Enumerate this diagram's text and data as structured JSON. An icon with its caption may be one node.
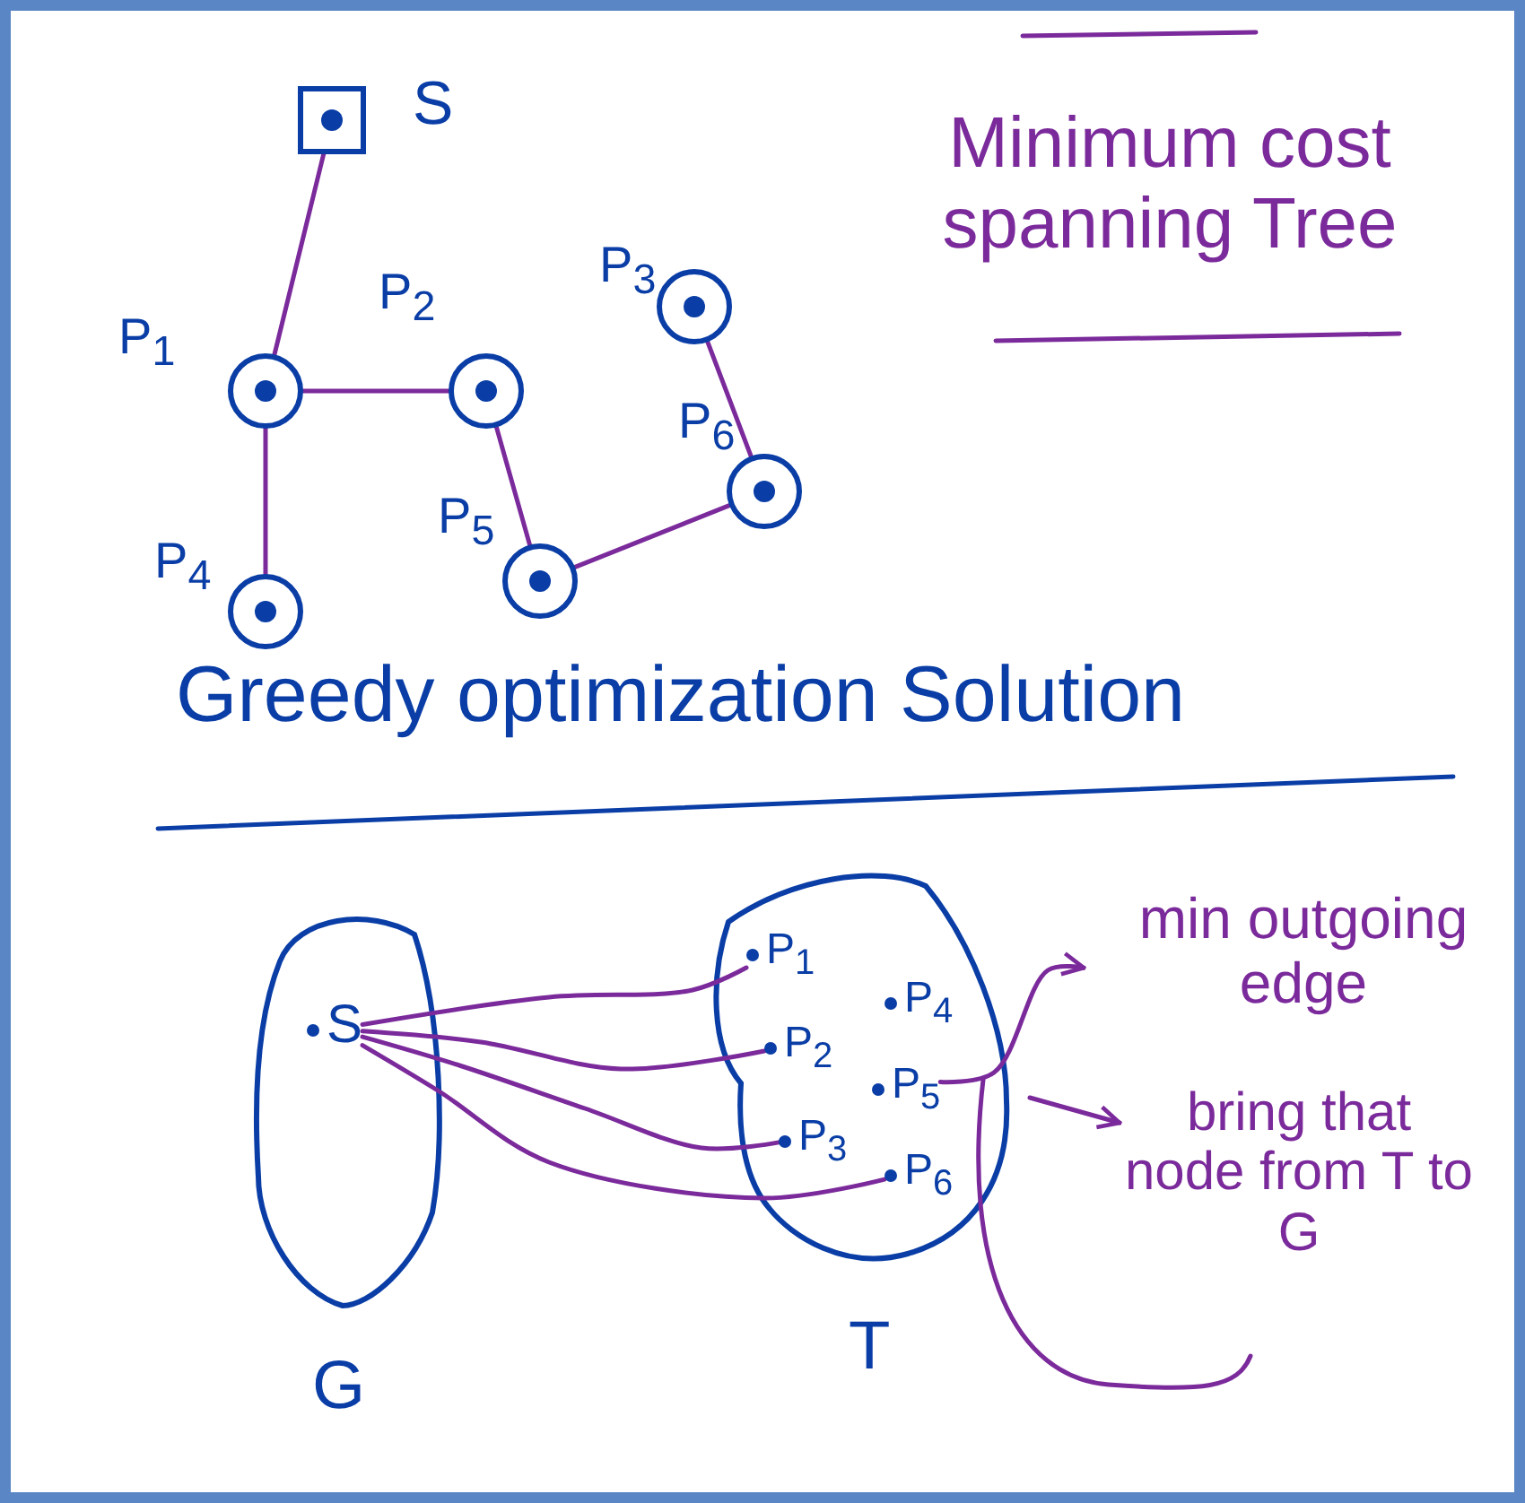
{
  "diagram": {
    "title": "Minimum cost spanning Tree",
    "nodes": [
      {
        "text": [
          "S"
        ]
      },
      {
        "text": [
          "P$_{1}$"
        ]
      },
      {
        "text": [
          "P$_{2}$"
        ]
      },
      {
        "text": [
          "P$_{3}$"
        ]
      },
      {
        "text": [
          "P$_{6}$"
        ]
      },
      {
        "text": [
          "P$_{4}$"
        ]
      },
      {
        "text": [
          "P$_{5}$"
        ]
      },
      {
        "text": [
          "G"
        ]
      },
      {
        "text": [
          "S"
        ],
        "in": 7
      },
      {
        "text": [
          "T"
        ]
      },
      {
        "text": [
          "P$_{1}$"
        ],
        "in": 9
      },
      {
        "text": [
          "P$_{4}$"
        ],
        "in": 9
      },
      {
        "text": [
          "P$_{2}$"
        ],
        "in": 9
      },
      {
        "text": [
          "P$_{5}$"
        ],
        "in": 9
      },
      {
        "text": [
          "P$_{3}$"
        ],
        "in": 9
      },
      {
        "text": [
          "P$_{6}$"
        ],
        "in": 9
      },
      {
        "text": [
          "min outgoing edge"
        ]
      },
      {
        "text": [
          "bring that node from T to G"
        ]
      }
    ],
    "edges": [
      {
        "from": 0,
        "to": 1,
        "arrow": "none"
      },
      {
        "from": 1,
        "to": 2,
        "arrow": "none"
      },
      {
        "from": 1,
        "to": 5,
        "arrow": "none"
      },
      {
        "from": 2,
        "to": 6,
        "arrow": "none"
      },
      {
        "from": 6,
        "to": 4,
        "arrow": "none"
      },
      {
        "from": 4,
        "to": 3,
        "arrow": "none"
      },
      {
        "from": 8,
        "to": 10,
        "arrow": "none"
      },
      {
        "from": 8,
        "to": 12,
        "arrow": "none"
      },
      {
        "from": 8,
        "to": 14,
        "arrow": "none"
      },
      {
        "from": 8,
        "to": 15,
        "arrow": "none"
      },
      {
        "from": 13,
        "to": 16,
        "arrow": "to"
      },
      {
        "from": null,
        "to": 17,
        "arrow": "to"
      }
    ],
    "labels": [
      "Greedy optimization Solution"
    ]
  }
}
